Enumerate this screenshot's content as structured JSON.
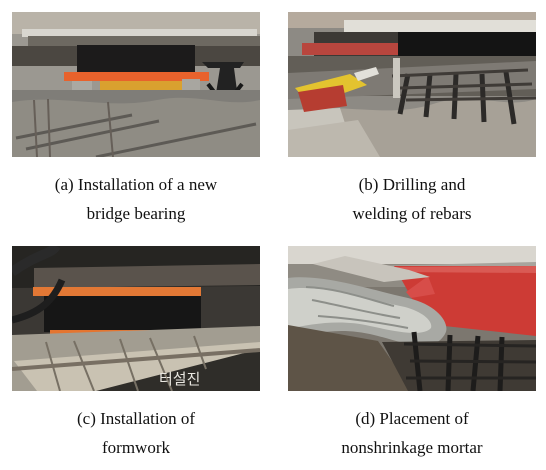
{
  "figure": {
    "panels": [
      {
        "id": "a",
        "caption_line1": "(a) Installation of a new",
        "caption_line2": "bridge bearing"
      },
      {
        "id": "b",
        "caption_line1": "(b) Drilling and",
        "caption_line2": "welding of rebars"
      },
      {
        "id": "c",
        "caption_line1": "(c) Installation of",
        "caption_line2": "formwork"
      },
      {
        "id": "d",
        "caption_line1": "(d) Placement of",
        "caption_line2": "nonshrinkage mortar"
      }
    ],
    "photo_c_marking": "터설진"
  }
}
